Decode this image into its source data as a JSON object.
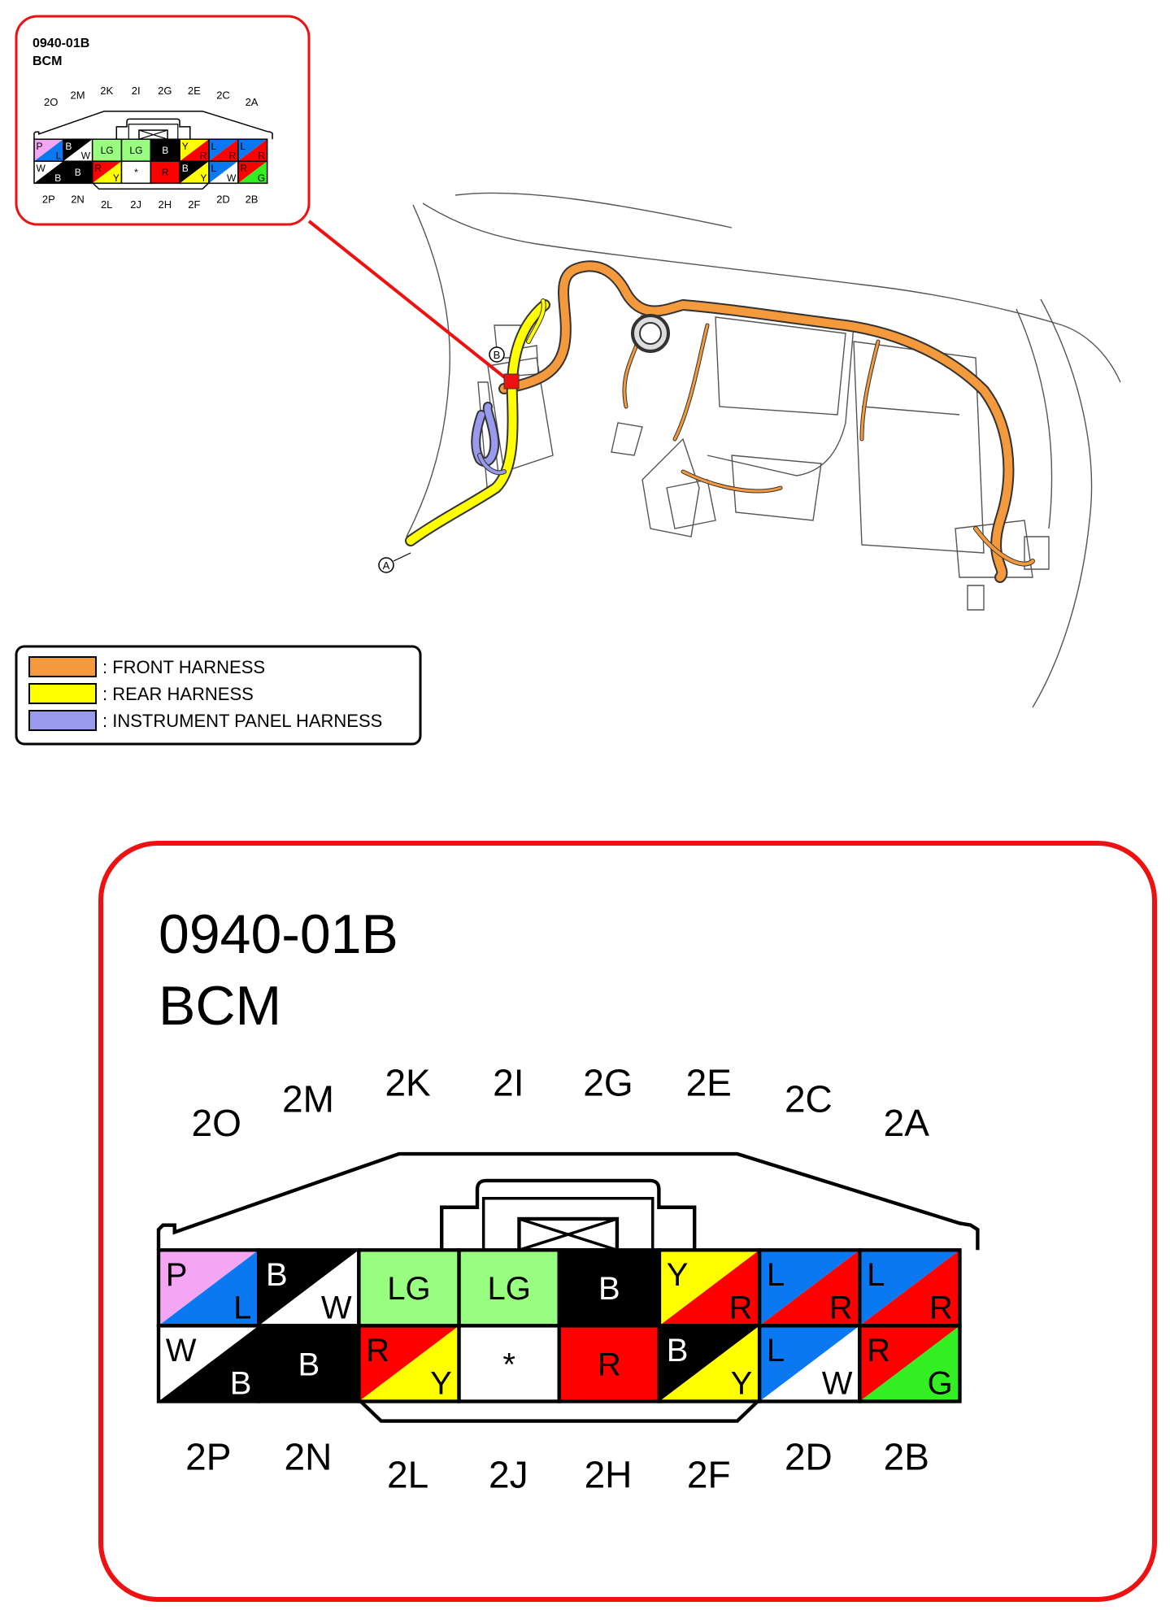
{
  "connector": {
    "code": "0940-01B",
    "name": "BCM"
  },
  "colors": {
    "P": "#f4a6f4",
    "L": "#0a78f0",
    "B": "#000000",
    "W": "#ffffff",
    "LG": "#99ff80",
    "Y": "#ffff00",
    "R": "#ff0000",
    "G": "#33ee22",
    "front": "#f59a3c",
    "rear": "#ffff00",
    "instrument": "#9999ee",
    "callout": "#ee1111"
  },
  "pins": {
    "top": [
      {
        "id": "2O",
        "c1": "P",
        "c2": "L"
      },
      {
        "id": "2M",
        "c1": "B",
        "c2": "W"
      },
      {
        "id": "2K",
        "c1": "LG",
        "c2": null
      },
      {
        "id": "2I",
        "c1": "LG",
        "c2": null
      },
      {
        "id": "2G",
        "c1": "B",
        "c2": null
      },
      {
        "id": "2E",
        "c1": "Y",
        "c2": "R"
      },
      {
        "id": "2C",
        "c1": "L",
        "c2": "R"
      },
      {
        "id": "2A",
        "c1": "L",
        "c2": "R"
      }
    ],
    "bottom": [
      {
        "id": "2P",
        "c1": "W",
        "c2": "B"
      },
      {
        "id": "2N",
        "c1": "B",
        "c2": null
      },
      {
        "id": "2L",
        "c1": "R",
        "c2": "Y"
      },
      {
        "id": "2J",
        "c1": "*",
        "c2": null
      },
      {
        "id": "2H",
        "c1": "R",
        "c2": null
      },
      {
        "id": "2F",
        "c1": "B",
        "c2": "Y"
      },
      {
        "id": "2D",
        "c1": "L",
        "c2": "W"
      },
      {
        "id": "2B",
        "c1": "R",
        "c2": "G"
      }
    ]
  },
  "legend": [
    {
      "key": "front",
      "label": ": FRONT HARNESS"
    },
    {
      "key": "rear",
      "label": ": REAR HARNESS"
    },
    {
      "key": "instrument",
      "label": ": INSTRUMENT PANEL HARNESS"
    }
  ],
  "markers": {
    "a": "A",
    "b": "B"
  }
}
